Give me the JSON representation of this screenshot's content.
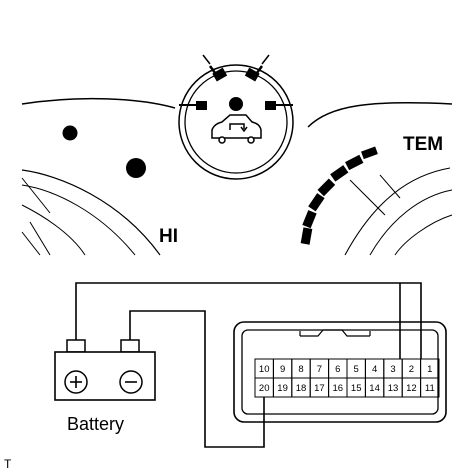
{
  "panel": {
    "hi_label": "HI",
    "tem_label": "TEM",
    "recirc_icon": "air-recirculation-icon"
  },
  "battery": {
    "label": "Battery",
    "plus_symbol": "+",
    "minus_symbol": "−"
  },
  "connector": {
    "top_row": [
      "10",
      "9",
      "8",
      "7",
      "6",
      "5",
      "4",
      "3",
      "2",
      "1"
    ],
    "bottom_row": [
      "20",
      "19",
      "18",
      "17",
      "16",
      "15",
      "14",
      "13",
      "12",
      "11"
    ]
  },
  "corner_mark": "T"
}
